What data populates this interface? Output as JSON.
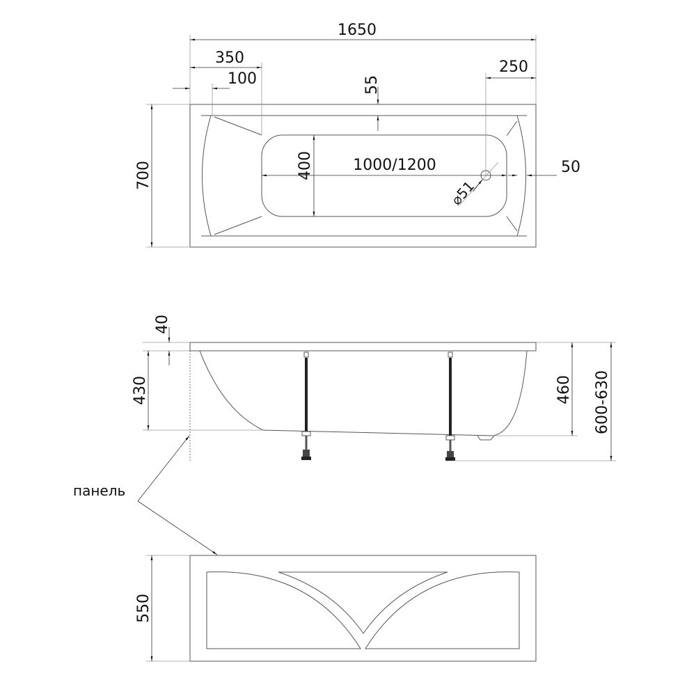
{
  "plan_view": {
    "overall_length": "1650",
    "headrest_offset": "350",
    "rim_offset": "100",
    "side_rim_width": "55",
    "drain_offset": "250",
    "overall_width": "700",
    "basin_width": "400",
    "basin_length": "1000/1200",
    "end_rim_width": "50",
    "drain_diameter": "⌀51"
  },
  "side_view": {
    "rim_thickness": "40",
    "depth": "430",
    "height_to_bottom": "460",
    "height_adjustable": "600-630"
  },
  "panel": {
    "label": "панель",
    "height": "550"
  },
  "colors": {
    "line": "#555555",
    "leg": "#222222"
  }
}
